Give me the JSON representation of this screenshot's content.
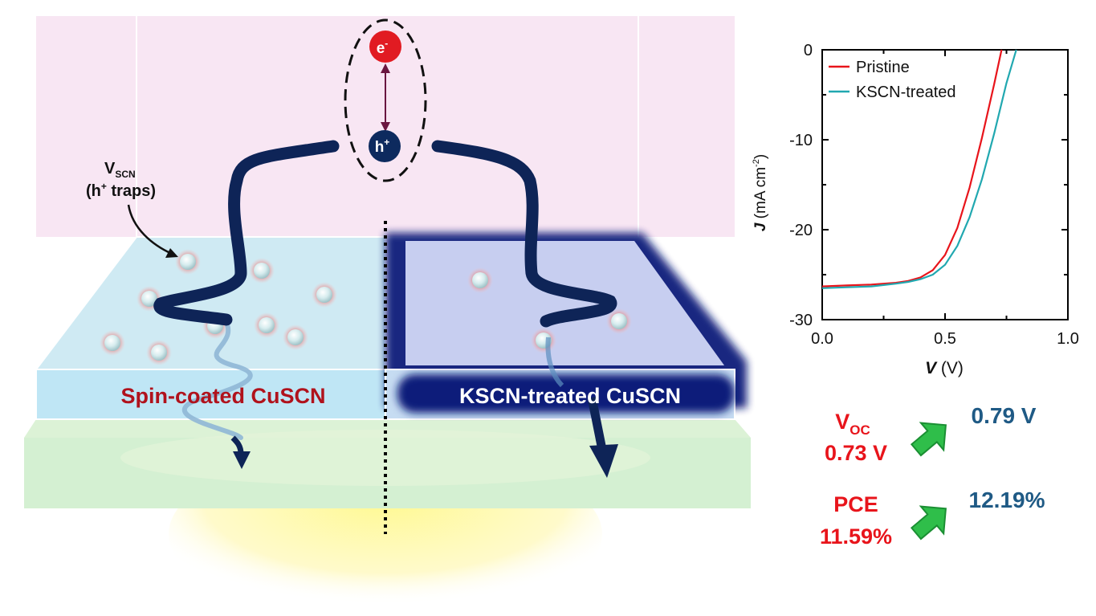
{
  "illustration": {
    "electron_label": "e",
    "electron_sup": "-",
    "hole_label": "h",
    "hole_sup": "+",
    "vscn_label_main": "V",
    "vscn_label_sub": "SCN",
    "vscn_desc_open": "(h",
    "vscn_desc_sup": "+",
    "vscn_desc_close": " traps)",
    "left_layer_label": "Spin-coated CuSCN",
    "right_layer_label": "KSCN-treated CuSCN",
    "colors": {
      "electron": "#e11b22",
      "hole": "#0d2a5e",
      "path": "#0e2457",
      "left_label": "#b0121c",
      "right_label_bg": "#101c7a"
    }
  },
  "summary": {
    "voc_label_main": "V",
    "voc_label_sub": "OC",
    "voc_before": "0.73 V",
    "voc_after": "0.79 V",
    "pce_label": "PCE",
    "pce_before": "11.59%",
    "pce_after": "12.19%",
    "colors": {
      "before": "#e8141b",
      "after": "#1f5a85",
      "arrow": "#2fbe4a"
    }
  },
  "chart_data": {
    "type": "line",
    "xlabel_symbol": "V",
    "xlabel_unit": " (V)",
    "ylabel_symbol": "J",
    "ylabel_unit_pre": " (mA cm",
    "ylabel_unit_sup": "-2",
    "ylabel_unit_post": ")",
    "xlim": [
      0.0,
      1.0
    ],
    "ylim": [
      -30,
      0
    ],
    "x_ticks": [
      "0.0",
      "0.5",
      "1.0"
    ],
    "y_ticks": [
      "0",
      "-10",
      "-20",
      "-30"
    ],
    "legend_position": "top-left",
    "series": [
      {
        "name": "Pristine",
        "color": "#e8141b",
        "x": [
          0.0,
          0.1,
          0.2,
          0.3,
          0.35,
          0.4,
          0.45,
          0.5,
          0.55,
          0.6,
          0.65,
          0.7,
          0.73
        ],
        "y": [
          -26.3,
          -26.2,
          -26.1,
          -25.9,
          -25.7,
          -25.3,
          -24.5,
          -22.8,
          -19.8,
          -15.3,
          -9.8,
          -3.8,
          0.0
        ]
      },
      {
        "name": "KSCN-treated",
        "color": "#21a8b0",
        "x": [
          0.0,
          0.1,
          0.2,
          0.3,
          0.35,
          0.4,
          0.45,
          0.5,
          0.55,
          0.6,
          0.65,
          0.7,
          0.75,
          0.79
        ],
        "y": [
          -26.5,
          -26.4,
          -26.3,
          -26.0,
          -25.8,
          -25.5,
          -25.0,
          -23.9,
          -21.8,
          -18.6,
          -14.4,
          -9.3,
          -3.7,
          0.0
        ]
      }
    ]
  }
}
